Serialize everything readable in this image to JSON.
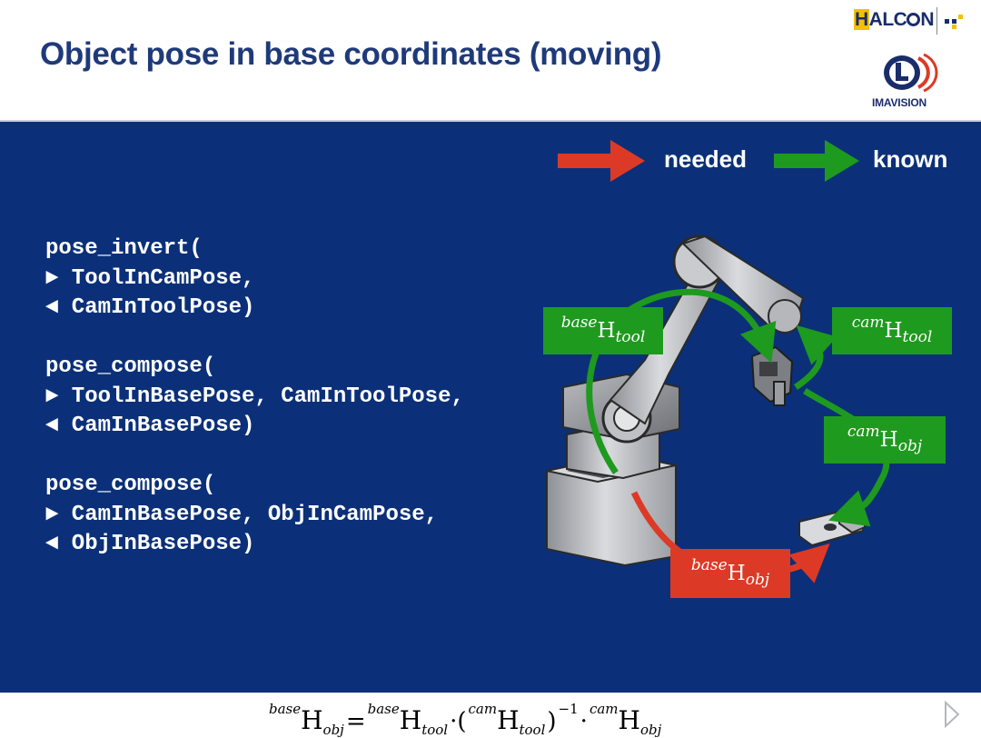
{
  "header": {
    "title": "Object pose in base coordinates (moving)",
    "halcon_logo_text": "HALCON",
    "imavision_logo_text": "IMAVISION"
  },
  "legend": {
    "needed_label": "needed",
    "known_label": "known",
    "needed_color": "#dc3a26",
    "known_color": "#1e9a1e"
  },
  "code": {
    "block1": [
      "pose_invert(",
      "► ToolInCamPose,",
      "◄ CamInToolPose)"
    ],
    "block2": [
      "pose_compose(",
      "► ToolInBasePose, CamInToolPose,",
      "◄ CamInBasePose)"
    ],
    "block3": [
      "pose_compose(",
      "► CamInBasePose, ObjInCamPose,",
      "◄ ObjInBasePose)"
    ]
  },
  "diagram_labels": {
    "base_tool": {
      "sup": "base",
      "main": "H",
      "sub": "tool",
      "status": "known"
    },
    "cam_tool": {
      "sup": "cam",
      "main": "H",
      "sub": "tool",
      "status": "known"
    },
    "cam_obj": {
      "sup": "cam",
      "main": "H",
      "sub": "obj",
      "status": "known"
    },
    "base_obj": {
      "sup": "base",
      "main": "H",
      "sub": "obj",
      "status": "needed"
    }
  },
  "formula": {
    "lhs_sup": "base",
    "lhs_main": "H",
    "lhs_sub": "obj",
    "equals": "=",
    "t1_sup": "base",
    "t1_main": "H",
    "t1_sub": "tool",
    "dot1": "·(",
    "t2_sup": "cam",
    "t2_main": "H",
    "t2_sub": "tool",
    "close": ")",
    "exponent": "−1",
    "dot2": "·",
    "t3_sup": "cam",
    "t3_main": "H",
    "t3_sub": "obj"
  },
  "icons": {
    "next": "next-slide-icon",
    "halcon": "halcon-logo-icon",
    "imavision": "imavision-logo-icon"
  }
}
